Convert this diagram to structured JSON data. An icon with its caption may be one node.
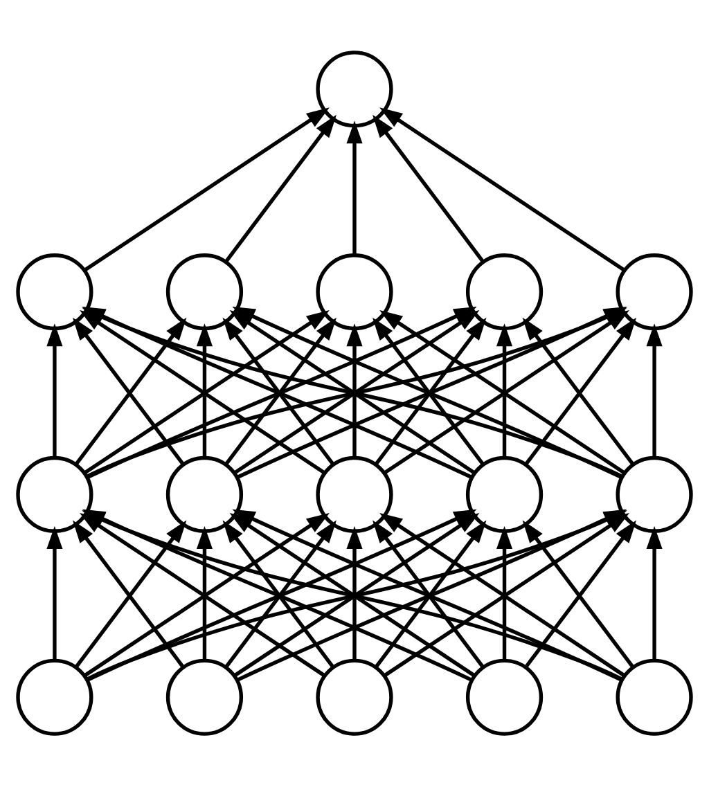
{
  "diagram": {
    "nodes": [
      {
        "text": [],
        "shape": "circle"
      },
      {
        "text": [],
        "shape": "circle"
      },
      {
        "text": [],
        "shape": "circle"
      },
      {
        "text": [],
        "shape": "circle"
      },
      {
        "text": [],
        "shape": "circle"
      },
      {
        "text": [],
        "shape": "circle"
      },
      {
        "text": [],
        "shape": "circle"
      },
      {
        "text": [],
        "shape": "circle"
      },
      {
        "text": [],
        "shape": "circle"
      },
      {
        "text": [],
        "shape": "circle"
      },
      {
        "text": [],
        "shape": "circle"
      },
      {
        "text": [],
        "shape": "circle"
      },
      {
        "text": [],
        "shape": "circle"
      },
      {
        "text": [],
        "shape": "circle"
      },
      {
        "text": [],
        "shape": "circle"
      },
      {
        "text": [],
        "shape": "circle"
      }
    ],
    "edges": [
      {
        "from": 1,
        "to": 0,
        "arrow": "to"
      },
      {
        "from": 2,
        "to": 0,
        "arrow": "to"
      },
      {
        "from": 3,
        "to": 0,
        "arrow": "to"
      },
      {
        "from": 4,
        "to": 0,
        "arrow": "to"
      },
      {
        "from": 5,
        "to": 0,
        "arrow": "to"
      },
      {
        "from": 6,
        "to": 1,
        "arrow": "to"
      },
      {
        "from": 6,
        "to": 2,
        "arrow": "to"
      },
      {
        "from": 6,
        "to": 3,
        "arrow": "to"
      },
      {
        "from": 6,
        "to": 4,
        "arrow": "to"
      },
      {
        "from": 6,
        "to": 5,
        "arrow": "to"
      },
      {
        "from": 7,
        "to": 1,
        "arrow": "to"
      },
      {
        "from": 7,
        "to": 2,
        "arrow": "to"
      },
      {
        "from": 7,
        "to": 3,
        "arrow": "to"
      },
      {
        "from": 7,
        "to": 4,
        "arrow": "to"
      },
      {
        "from": 7,
        "to": 5,
        "arrow": "to"
      },
      {
        "from": 8,
        "to": 1,
        "arrow": "to"
      },
      {
        "from": 8,
        "to": 2,
        "arrow": "to"
      },
      {
        "from": 8,
        "to": 3,
        "arrow": "to"
      },
      {
        "from": 8,
        "to": 4,
        "arrow": "to"
      },
      {
        "from": 8,
        "to": 5,
        "arrow": "to"
      },
      {
        "from": 9,
        "to": 1,
        "arrow": "to"
      },
      {
        "from": 9,
        "to": 2,
        "arrow": "to"
      },
      {
        "from": 9,
        "to": 3,
        "arrow": "to"
      },
      {
        "from": 9,
        "to": 4,
        "arrow": "to"
      },
      {
        "from": 9,
        "to": 5,
        "arrow": "to"
      },
      {
        "from": 10,
        "to": 1,
        "arrow": "to"
      },
      {
        "from": 10,
        "to": 2,
        "arrow": "to"
      },
      {
        "from": 10,
        "to": 3,
        "arrow": "to"
      },
      {
        "from": 10,
        "to": 4,
        "arrow": "to"
      },
      {
        "from": 10,
        "to": 5,
        "arrow": "to"
      },
      {
        "from": 11,
        "to": 6,
        "arrow": "to"
      },
      {
        "from": 11,
        "to": 7,
        "arrow": "to"
      },
      {
        "from": 11,
        "to": 8,
        "arrow": "to"
      },
      {
        "from": 11,
        "to": 9,
        "arrow": "to"
      },
      {
        "from": 11,
        "to": 10,
        "arrow": "to"
      },
      {
        "from": 12,
        "to": 6,
        "arrow": "to"
      },
      {
        "from": 12,
        "to": 7,
        "arrow": "to"
      },
      {
        "from": 12,
        "to": 8,
        "arrow": "to"
      },
      {
        "from": 12,
        "to": 9,
        "arrow": "to"
      },
      {
        "from": 12,
        "to": 10,
        "arrow": "to"
      },
      {
        "from": 13,
        "to": 6,
        "arrow": "to"
      },
      {
        "from": 13,
        "to": 7,
        "arrow": "to"
      },
      {
        "from": 13,
        "to": 8,
        "arrow": "to"
      },
      {
        "from": 13,
        "to": 9,
        "arrow": "to"
      },
      {
        "from": 13,
        "to": 10,
        "arrow": "to"
      },
      {
        "from": 14,
        "to": 6,
        "arrow": "to"
      },
      {
        "from": 14,
        "to": 7,
        "arrow": "to"
      },
      {
        "from": 14,
        "to": 8,
        "arrow": "to"
      },
      {
        "from": 14,
        "to": 9,
        "arrow": "to"
      },
      {
        "from": 14,
        "to": 10,
        "arrow": "to"
      },
      {
        "from": 15,
        "to": 6,
        "arrow": "to"
      },
      {
        "from": 15,
        "to": 7,
        "arrow": "to"
      },
      {
        "from": 15,
        "to": 8,
        "arrow": "to"
      },
      {
        "from": 15,
        "to": 9,
        "arrow": "to"
      },
      {
        "from": 15,
        "to": 10,
        "arrow": "to"
      }
    ]
  }
}
